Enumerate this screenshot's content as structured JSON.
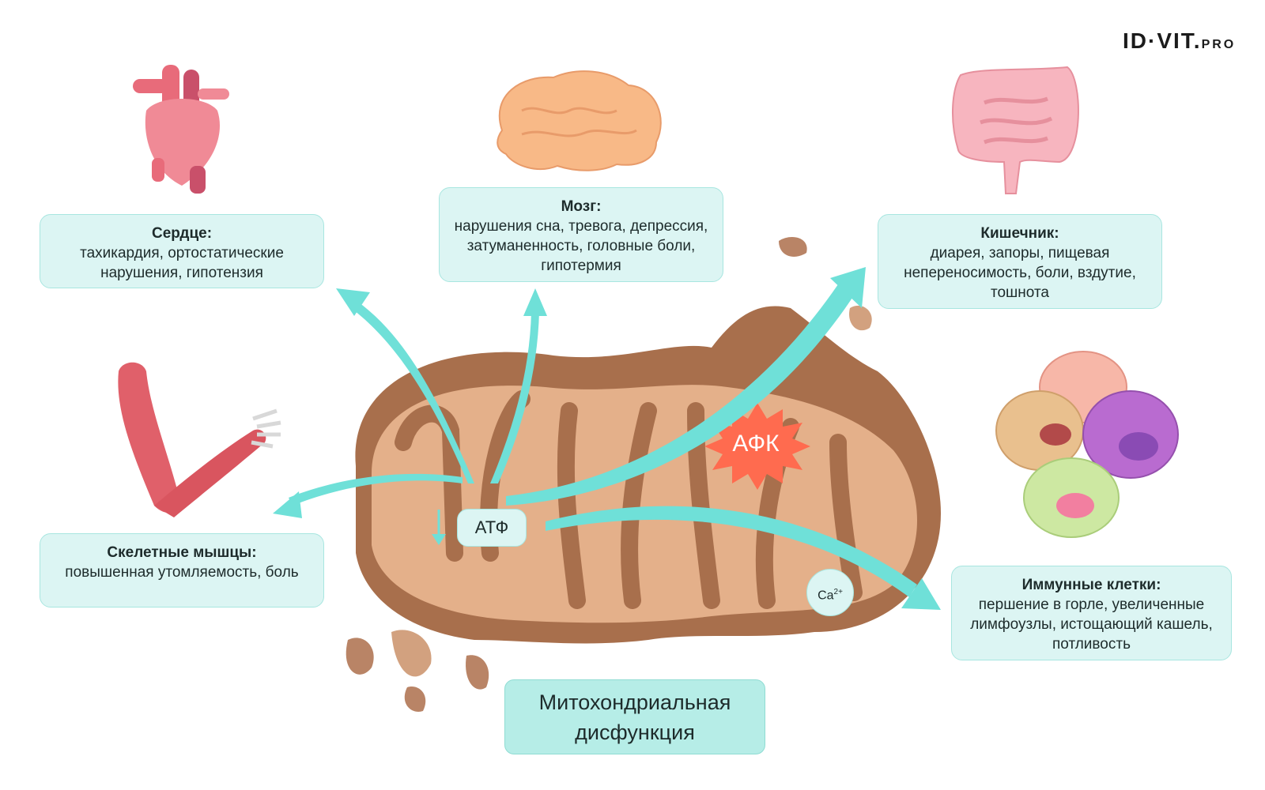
{
  "brand": {
    "main": "ID·VIT.",
    "suffix": "PRO"
  },
  "diagram_title": "Митохондриальная дисфункция",
  "center": {
    "atp": "АТФ",
    "ros": "АФК",
    "ca_base": "Ca",
    "ca_sup": "2+"
  },
  "organs": {
    "heart": {
      "title": "Сердце:",
      "text": "тахикардия, ортостатические нарушения, гипотензия"
    },
    "brain": {
      "title": "Мозг:",
      "text": "нарушения сна, тревога, депрессия, затуманенность, головные боли, гипотермия"
    },
    "gut": {
      "title": "Кишечник:",
      "text": "диарея, запоры, пищевая непереносимость, боли, вздутие, тошнота"
    },
    "muscle": {
      "title": "Скелетные мышцы:",
      "text": "повышенная утомляемость, боль"
    },
    "immune": {
      "title": "Иммунные клетки:",
      "text": "першение в горле, увеличенные лимфоузлы, истощающий кашель, потливость"
    }
  },
  "colors": {
    "arrow": "#6fe0d8",
    "mito_outer": "#a86f4c",
    "mito_inner": "#e4b08a",
    "ros": "#ff6b4f",
    "box_fill": "#dcf5f3"
  }
}
